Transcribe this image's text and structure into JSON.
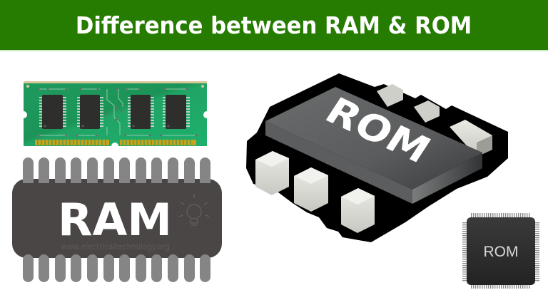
{
  "banner": {
    "title": "Difference between RAM & ROM",
    "background_color": "#267c00",
    "text_color": "#ffffff"
  },
  "ram_module": {
    "icon": "ram-stick-icon",
    "pcb_color": "#1fa062",
    "chip_count": 4,
    "contact_color": "#c9a21a"
  },
  "ram_chip": {
    "label": "RAM",
    "watermark": "www.electricaltechnology.org",
    "body_color": "#4a4645",
    "pin_color": "#858585",
    "pins_per_side": 12
  },
  "rom_chip": {
    "label": "ROM",
    "body_color": "#5a5c5d",
    "pin_color": "#d8d8d2",
    "outline_color": "#000000"
  },
  "rom_small_chip": {
    "label": "ROM",
    "body_color": "#2e2e2e"
  }
}
